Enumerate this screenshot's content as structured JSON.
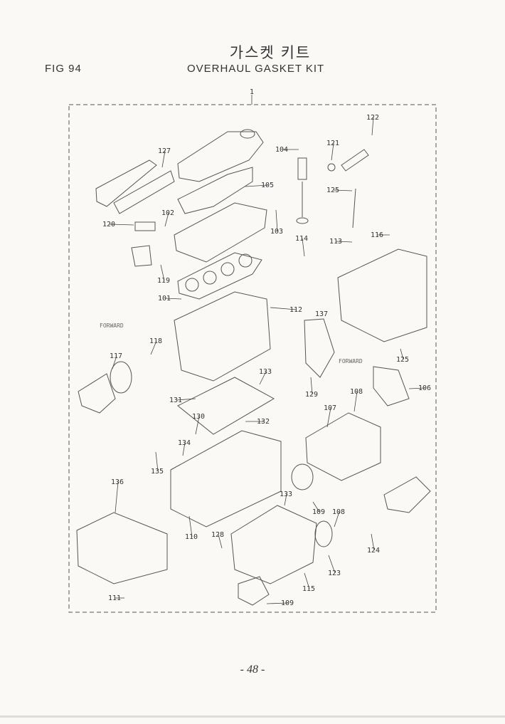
{
  "header": {
    "title_korean": "가스켓 키트",
    "title_english": "OVERHAUL GASKET KIT",
    "figure_label": "FIG 94"
  },
  "diagram": {
    "assembly_label": "1",
    "forward_labels": [
      "FORWARD",
      "FORWARD"
    ],
    "part_labels": [
      "127",
      "105",
      "104",
      "122",
      "121",
      "125",
      "120",
      "102",
      "103",
      "114",
      "113",
      "116",
      "119",
      "101",
      "112",
      "137",
      "118",
      "117",
      "125",
      "106",
      "129",
      "108",
      "133",
      "131",
      "130",
      "132",
      "107",
      "134",
      "135",
      "136",
      "109",
      "108",
      "133",
      "110",
      "128",
      "124",
      "123",
      "115",
      "111",
      "109"
    ]
  },
  "footer": {
    "page_number": "- 48 -"
  }
}
